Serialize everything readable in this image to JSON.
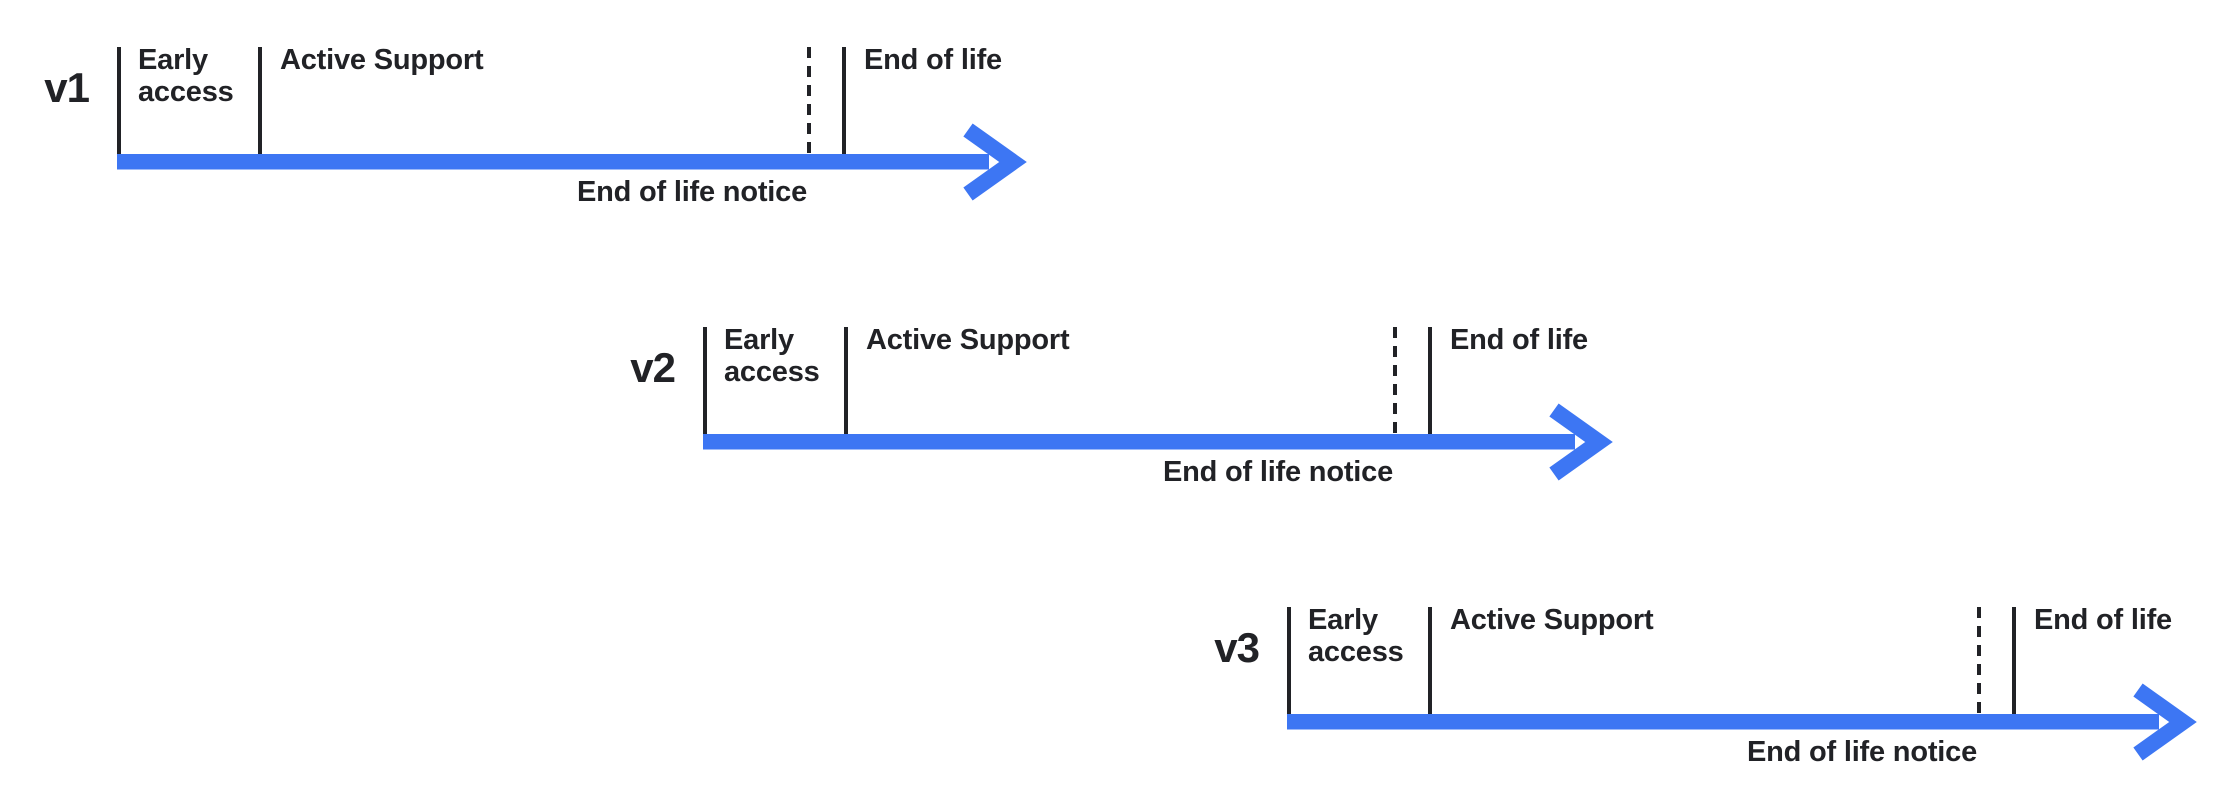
{
  "colors": {
    "ink": "#212226",
    "arrow_blue": "#3D76F3",
    "background": "#FFFFFF"
  },
  "timelines": [
    {
      "version": "v1",
      "labels": {
        "early_access": "Early access",
        "active_support": "Active Support",
        "end_of_life": "End of life",
        "end_of_life_notice": "End of life notice"
      }
    },
    {
      "version": "v2",
      "labels": {
        "early_access": "Early access",
        "active_support": "Active Support",
        "end_of_life": "End of life",
        "end_of_life_notice": "End of life notice"
      }
    },
    {
      "version": "v3",
      "labels": {
        "early_access": "Early access",
        "active_support": "Active Support",
        "end_of_life": "End of life",
        "end_of_life_notice": "End of life notice"
      }
    }
  ]
}
